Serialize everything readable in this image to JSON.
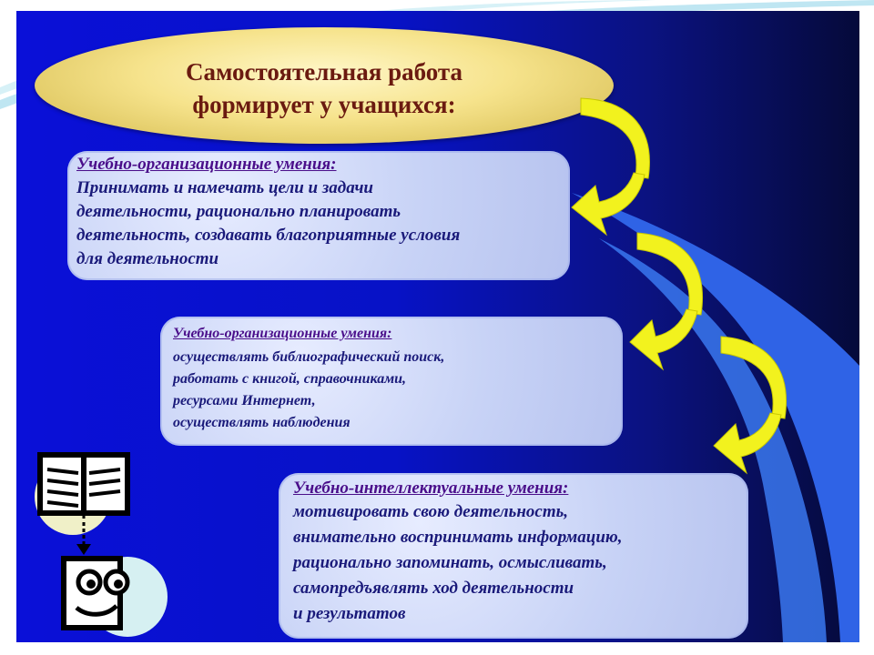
{
  "title": {
    "line1": "Самостоятельная работа",
    "line2": "формирует у учащихся:"
  },
  "boxes": [
    {
      "heading": "Учебно-организационные умения:",
      "lines": [
        "Принимать и намечать цели и задачи",
        "деятельности, рационально планировать",
        "деятельность, создавать благоприятные условия",
        "для деятельности"
      ]
    },
    {
      "heading": "Учебно-организационные умения:",
      "lines": [
        "осуществлять библиографический поиск,",
        "работать с книгой, справочниками,",
        "ресурсами Интернет,",
        "осуществлять наблюдения"
      ]
    },
    {
      "heading": "Учебно-интеллектуальные умения:",
      "lines": [
        "мотивировать свою деятельность,",
        "внимательно воспринимать информацию,",
        "рационально запоминать, осмысливать,",
        "самопредъявлять ход деятельности",
        "и результатов"
      ]
    }
  ],
  "colors": {
    "panel": "#0712c6",
    "ellipse": "#f6e38c",
    "title_text": "#6b1a10",
    "box": "#c8d3f6",
    "heading_text": "#4a0e8a",
    "body_text": "#1a1a7a",
    "arrow": "#f2f21e"
  },
  "icons": [
    "book-icon",
    "reader-face-icon",
    "curved-arrow-icon"
  ]
}
